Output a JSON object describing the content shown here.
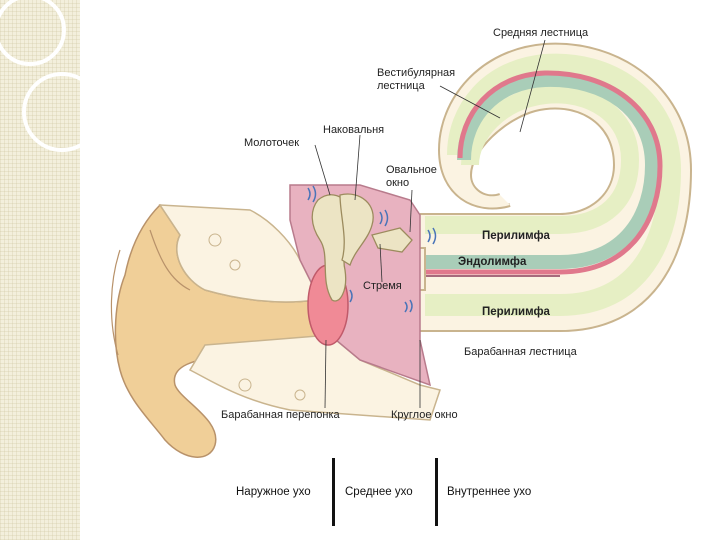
{
  "labels": {
    "scala_media": "Средняя лестница",
    "scala_vestibuli": "Вестибулярная лестница",
    "incus": "Наковальня",
    "malleus": "Молоточек",
    "oval_window": "Овальное окно",
    "perilymph_top": "Перилимфа",
    "endolymph": "Эндолимфа",
    "stapes": "Стремя",
    "perilymph_bottom": "Перилимфа",
    "scala_tympani": "Барабанная лестница",
    "tympanic_membrane": "Барабанная перепонка",
    "round_window": "Круглое окно"
  },
  "regions": {
    "outer": "Наружное ухо",
    "middle": "Среднее ухо",
    "inner": "Внутреннее ухо"
  },
  "colors": {
    "skin": "#f0cf98",
    "bone": "#fbf3e2",
    "middle_ear": "#e8b2c0",
    "perilymph": "#e6efc4",
    "endolymph": "#a9cdb8",
    "basilar": "#e0788c",
    "eardrum": "#f08a96",
    "strip": "#f3efdc"
  }
}
